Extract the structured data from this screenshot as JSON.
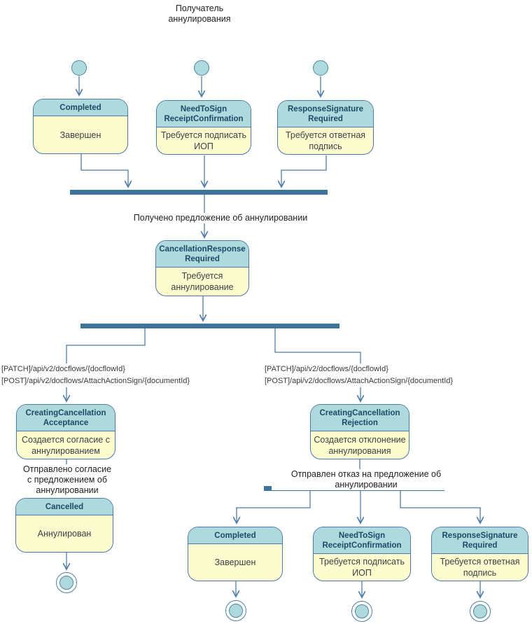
{
  "diagram": {
    "title": "Получатель\nаннулирования",
    "colors": {
      "state_header": "#aedade",
      "state_body": "#fcfcce",
      "state_border": "#4b7aab",
      "state_name_text": "#1c4966",
      "state_desc_text": "#3f4045",
      "bar": "#3e7499",
      "edge": "#4d7ca8"
    },
    "states": {
      "top_completed": {
        "name": "Completed",
        "desc": "Завершен"
      },
      "top_need_to_sign": {
        "name": "NeedToSign\nReceiptConfirmation",
        "desc": "Требуется подписать\nИОП"
      },
      "top_response_signature": {
        "name": "ResponseSignature\nRequired",
        "desc": "Требуется ответная\nподпись"
      },
      "cancellation_response": {
        "name": "CancellationResponse\nRequired",
        "desc": "Требуется\nаннулирование"
      },
      "creating_acceptance": {
        "name": "CreatingCancellation\nAcceptance",
        "desc": "Создается согласие с\nаннулированием"
      },
      "creating_rejection": {
        "name": "CreatingCancellation\nRejection",
        "desc": "Создается отклонение\nаннулирования"
      },
      "cancelled": {
        "name": "Cancelled",
        "desc": "Аннулирован"
      },
      "bottom_completed": {
        "name": "Completed",
        "desc": "Завершен"
      },
      "bottom_need_to_sign": {
        "name": "NeedToSign\nReceiptConfirmation",
        "desc": "Требуется подписать\nИОП"
      },
      "bottom_response_signature": {
        "name": "ResponseSignature\nRequired",
        "desc": "Требуется ответная\nподпись"
      }
    },
    "edge_labels": {
      "received_proposal": "Получено предложение об аннулировании",
      "accept_api": "[PATCH]/api/v2/docflows/{docflowId}\n[POST]/api/v2/docflows/AttachActionSign/{documentId}",
      "reject_api": "[PATCH]/api/v2/docflows/{docflowId}\n[POST]/api/v2/docflows/AttachActionSign/{documentId}",
      "sent_acceptance": "Отправлено согласие\nс предложением об аннулировании",
      "sent_rejection": "Отправлен отказ на предложение об аннулировании"
    }
  }
}
